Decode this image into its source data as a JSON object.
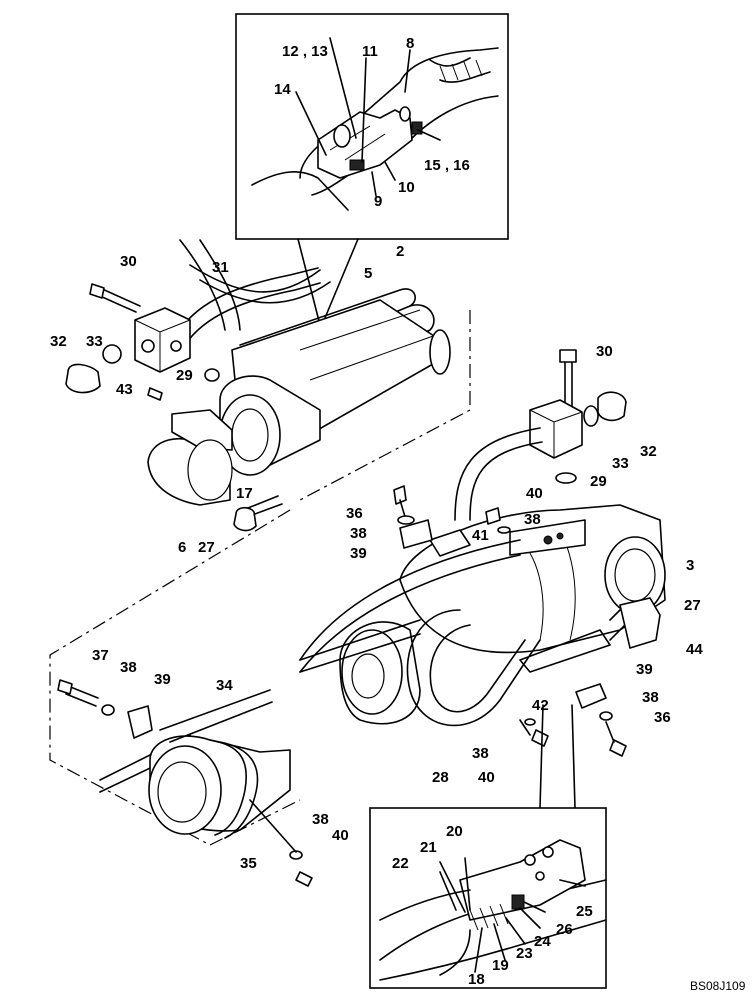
{
  "diagram": {
    "labels": [
      "12 , 13",
      "11",
      "8",
      "14",
      "15 , 16",
      "10",
      "9",
      "30",
      "31",
      "2",
      "5",
      "32",
      "33",
      "29",
      "43",
      "17",
      "6",
      "27",
      "30",
      "32",
      "33",
      "29",
      "40",
      "38",
      "36",
      "38",
      "41",
      "39",
      "3",
      "27",
      "44",
      "37",
      "38",
      "39",
      "34",
      "42",
      "39",
      "38",
      "36",
      "35",
      "38",
      "40",
      "28",
      "38",
      "40",
      "20",
      "21",
      "22",
      "25",
      "26",
      "24",
      "23",
      "19",
      "18"
    ],
    "code": "BS08J109"
  }
}
